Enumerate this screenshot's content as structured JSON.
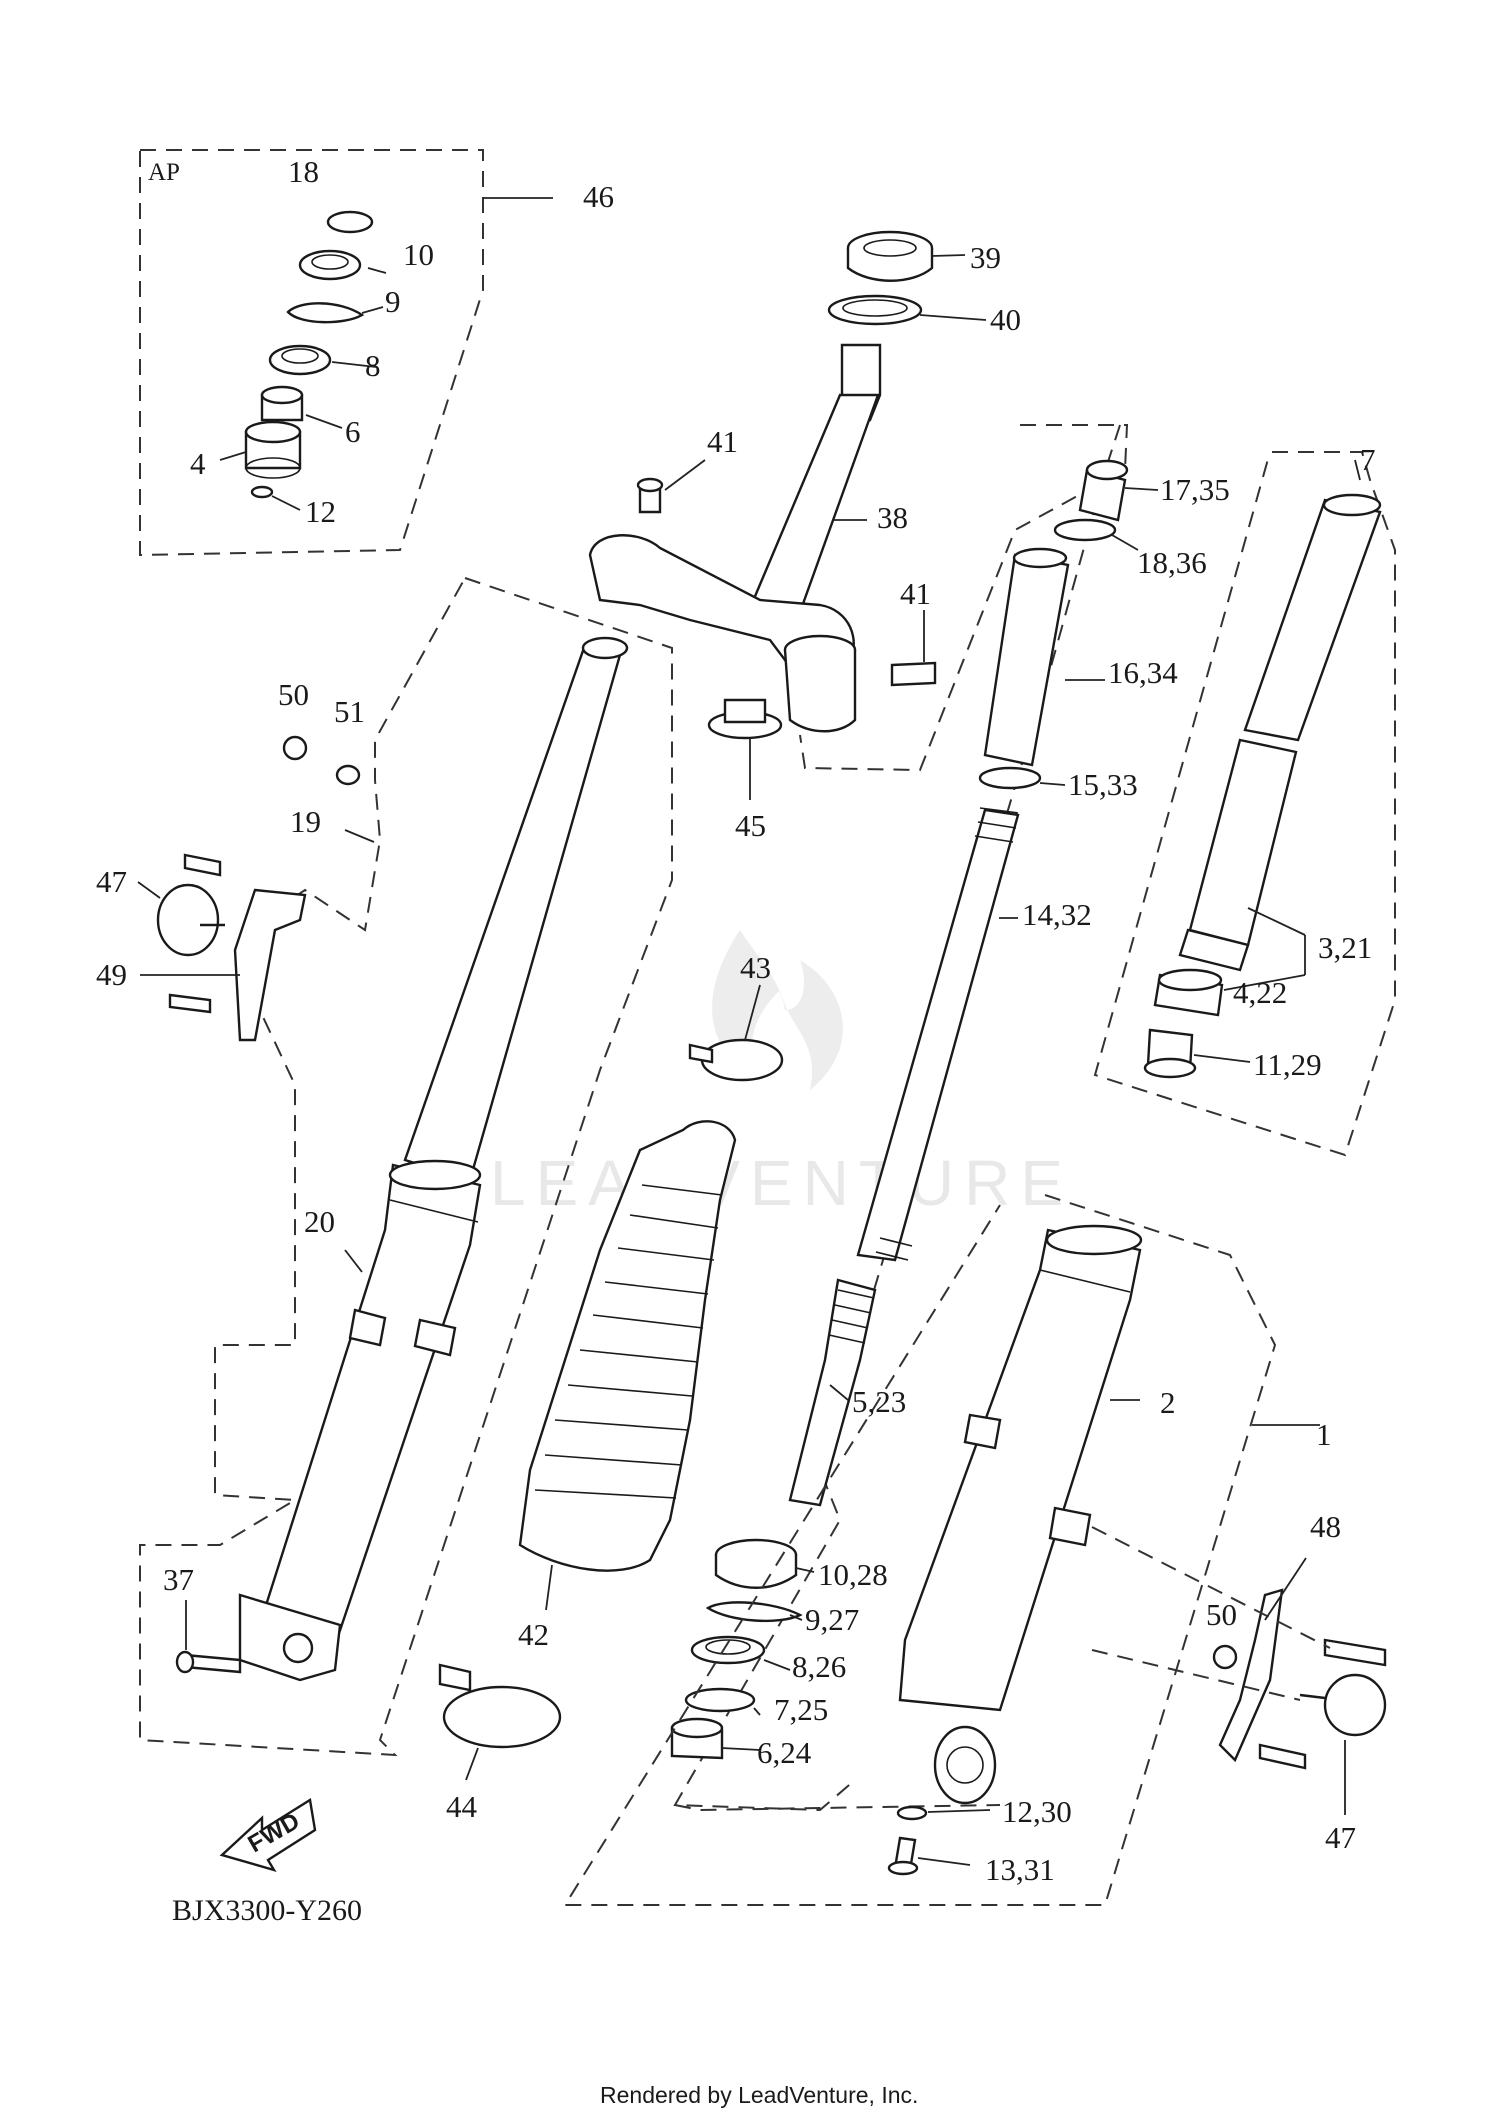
{
  "diagram": {
    "watermark": "LEADVENTURE",
    "diagram_code": "BJX3300-Y260",
    "footer": "Rendered by LeadVenture, Inc.",
    "ap_label": "AP",
    "fwd_label": "FWD",
    "labels": {
      "l1": "1",
      "l2": "2",
      "l3_21": "3,21",
      "l4": "4",
      "l4_22": "4,22",
      "l5_23": "5,23",
      "l6": "6",
      "l6_24": "6,24",
      "l7": "7",
      "l7_25": "7,25",
      "l8": "8",
      "l8_26": "8,26",
      "l9": "9",
      "l9_27": "9,27",
      "l10": "10",
      "l10_28": "10,28",
      "l11_29": "11,29",
      "l12": "12",
      "l12_30": "12,30",
      "l13_31": "13,31",
      "l14_32": "14,32",
      "l15_33": "15,33",
      "l16_34": "16,34",
      "l17_35": "17,35",
      "l18": "18",
      "l18_36": "18,36",
      "l19": "19",
      "l20": "20",
      "l37": "37",
      "l38": "38",
      "l39": "39",
      "l40": "40",
      "l41a": "41",
      "l41b": "41",
      "l42": "42",
      "l43": "43",
      "l44": "44",
      "l45": "45",
      "l46": "46",
      "l47a": "47",
      "l47b": "47",
      "l48": "48",
      "l49": "49",
      "l50a": "50",
      "l50b": "50",
      "l51": "51"
    }
  }
}
